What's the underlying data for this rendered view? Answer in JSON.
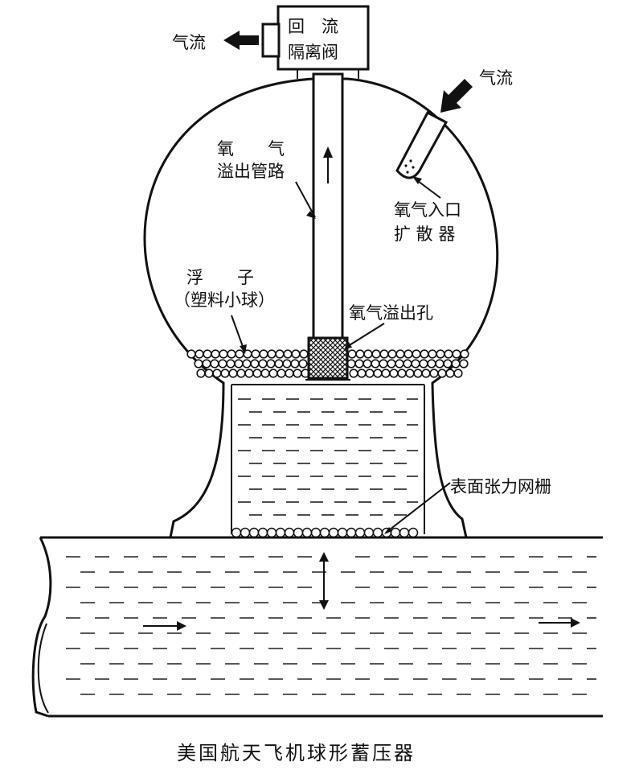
{
  "valve": {
    "line1": "回　流",
    "line2": "隔离阀"
  },
  "labels": {
    "airflow_out": "气流",
    "airflow_in": "气流",
    "overflow_pipe_1": "氧　　气",
    "overflow_pipe_2": "溢出管路",
    "inlet_diffuser_1": "氧气入口",
    "inlet_diffuser_2": "扩 散 器",
    "float_1": "浮　　子",
    "float_2": "（塑料小球）",
    "overflow_hole": "氧气溢出孔",
    "surface_tension_screen": "表面张力网栅"
  },
  "caption": "美国航天飞机球形蓄压器"
}
